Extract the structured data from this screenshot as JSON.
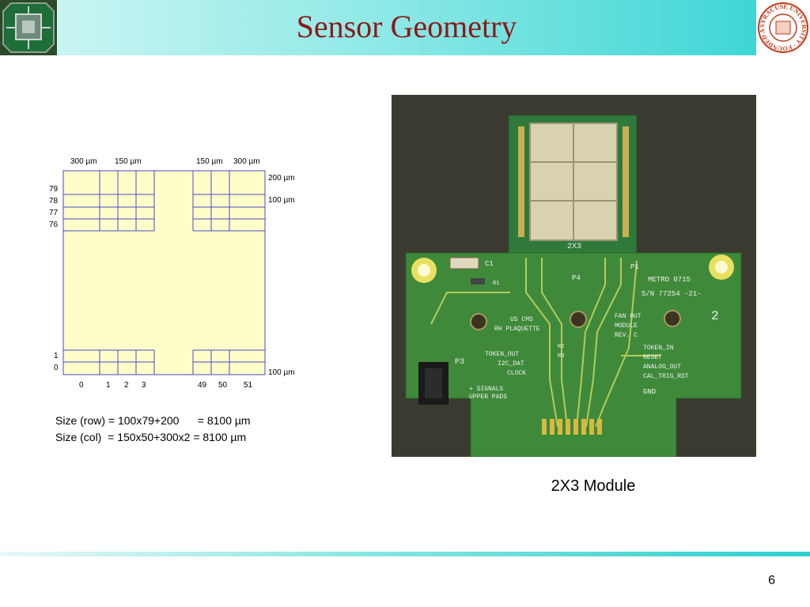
{
  "slide": {
    "title": "Sensor Geometry",
    "page_number": "6",
    "caption": "2X3 Module",
    "logo_right_text": "SYRACUSE UNIVERSITY FOUNDED AD 1870"
  },
  "diagram": {
    "col_dims": [
      "300 µm",
      "150 µm",
      "150 µm",
      "300 µm"
    ],
    "row_dims": [
      "200 µm",
      "100 µm",
      "100 µm"
    ],
    "row_labels": [
      "79",
      "78",
      "77",
      "76",
      "1",
      "0"
    ],
    "col_labels": [
      "0",
      "1",
      "2",
      "3",
      "49",
      "50",
      "51"
    ]
  },
  "formulas": [
    "Size (row) = 100x79+200      = 8100 µm",
    "Size (col)  = 150x50+300x2 = 8100 µm"
  ],
  "board": {
    "labels": [
      "C1",
      "R1",
      "P4",
      "P1",
      "METRO 0715",
      "S/N 77254 -21-",
      "US CMS",
      "RH PLAQUETTE",
      "FAN OUT",
      "MODULE",
      "REV. C",
      "2",
      "R2",
      "R3",
      "TOKEN_OUT",
      "I2C_DAT",
      "CLOCK",
      "TOKEN_IN",
      "RESET",
      "ANALOG_OUT",
      "CAL_TRIG_RST",
      "GND",
      "P3",
      "+ SIGNALS",
      "UPPER PADS",
      "2X3"
    ]
  }
}
